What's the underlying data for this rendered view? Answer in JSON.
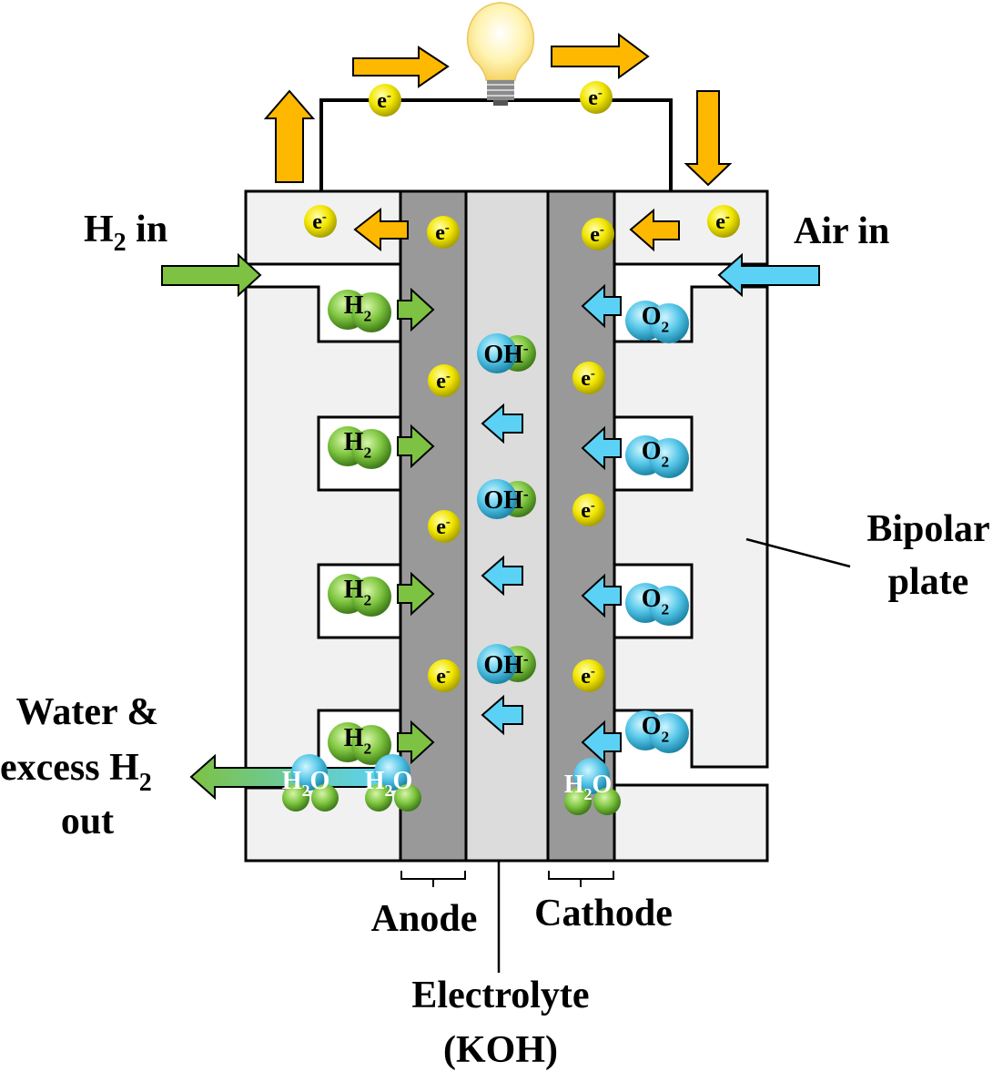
{
  "title": "Alkaline fuel cell",
  "labels": {
    "h2_in": "H",
    "h2_in_sub": "2",
    "h2_in_suffix": " in",
    "air_in": "Air in",
    "bipolar_line1": "Bipolar",
    "bipolar_line2": "plate",
    "water_line1": "Water &",
    "water_line2": "excess H",
    "water_line2_sub": "2",
    "water_line3": "out",
    "anode": "Anode",
    "cathode": "Cathode",
    "electrolyte_line1": "Electrolyte",
    "electrolyte_line2": "(KOH)"
  },
  "molecules": {
    "electron": "e",
    "electron_sup": "-",
    "hydrogen": "H",
    "hydrogen_sub": "2",
    "oxygen": "O",
    "oxygen_sub": "2",
    "hydroxide": "OH",
    "hydroxide_sup": "-",
    "water_h": "H",
    "water_sub": "2",
    "water_o": "O"
  },
  "colors": {
    "electron_flow": "#ffb800",
    "hydrogen_flow": "#7dc242",
    "oxygen_flow": "#5bd2f5",
    "plate": "#f1f1f1",
    "electrode": "#999999",
    "electrolyte": "#dcdcdc",
    "electron": "#f2e600",
    "h2": "#7ec540",
    "o2": "#55c6e8"
  }
}
